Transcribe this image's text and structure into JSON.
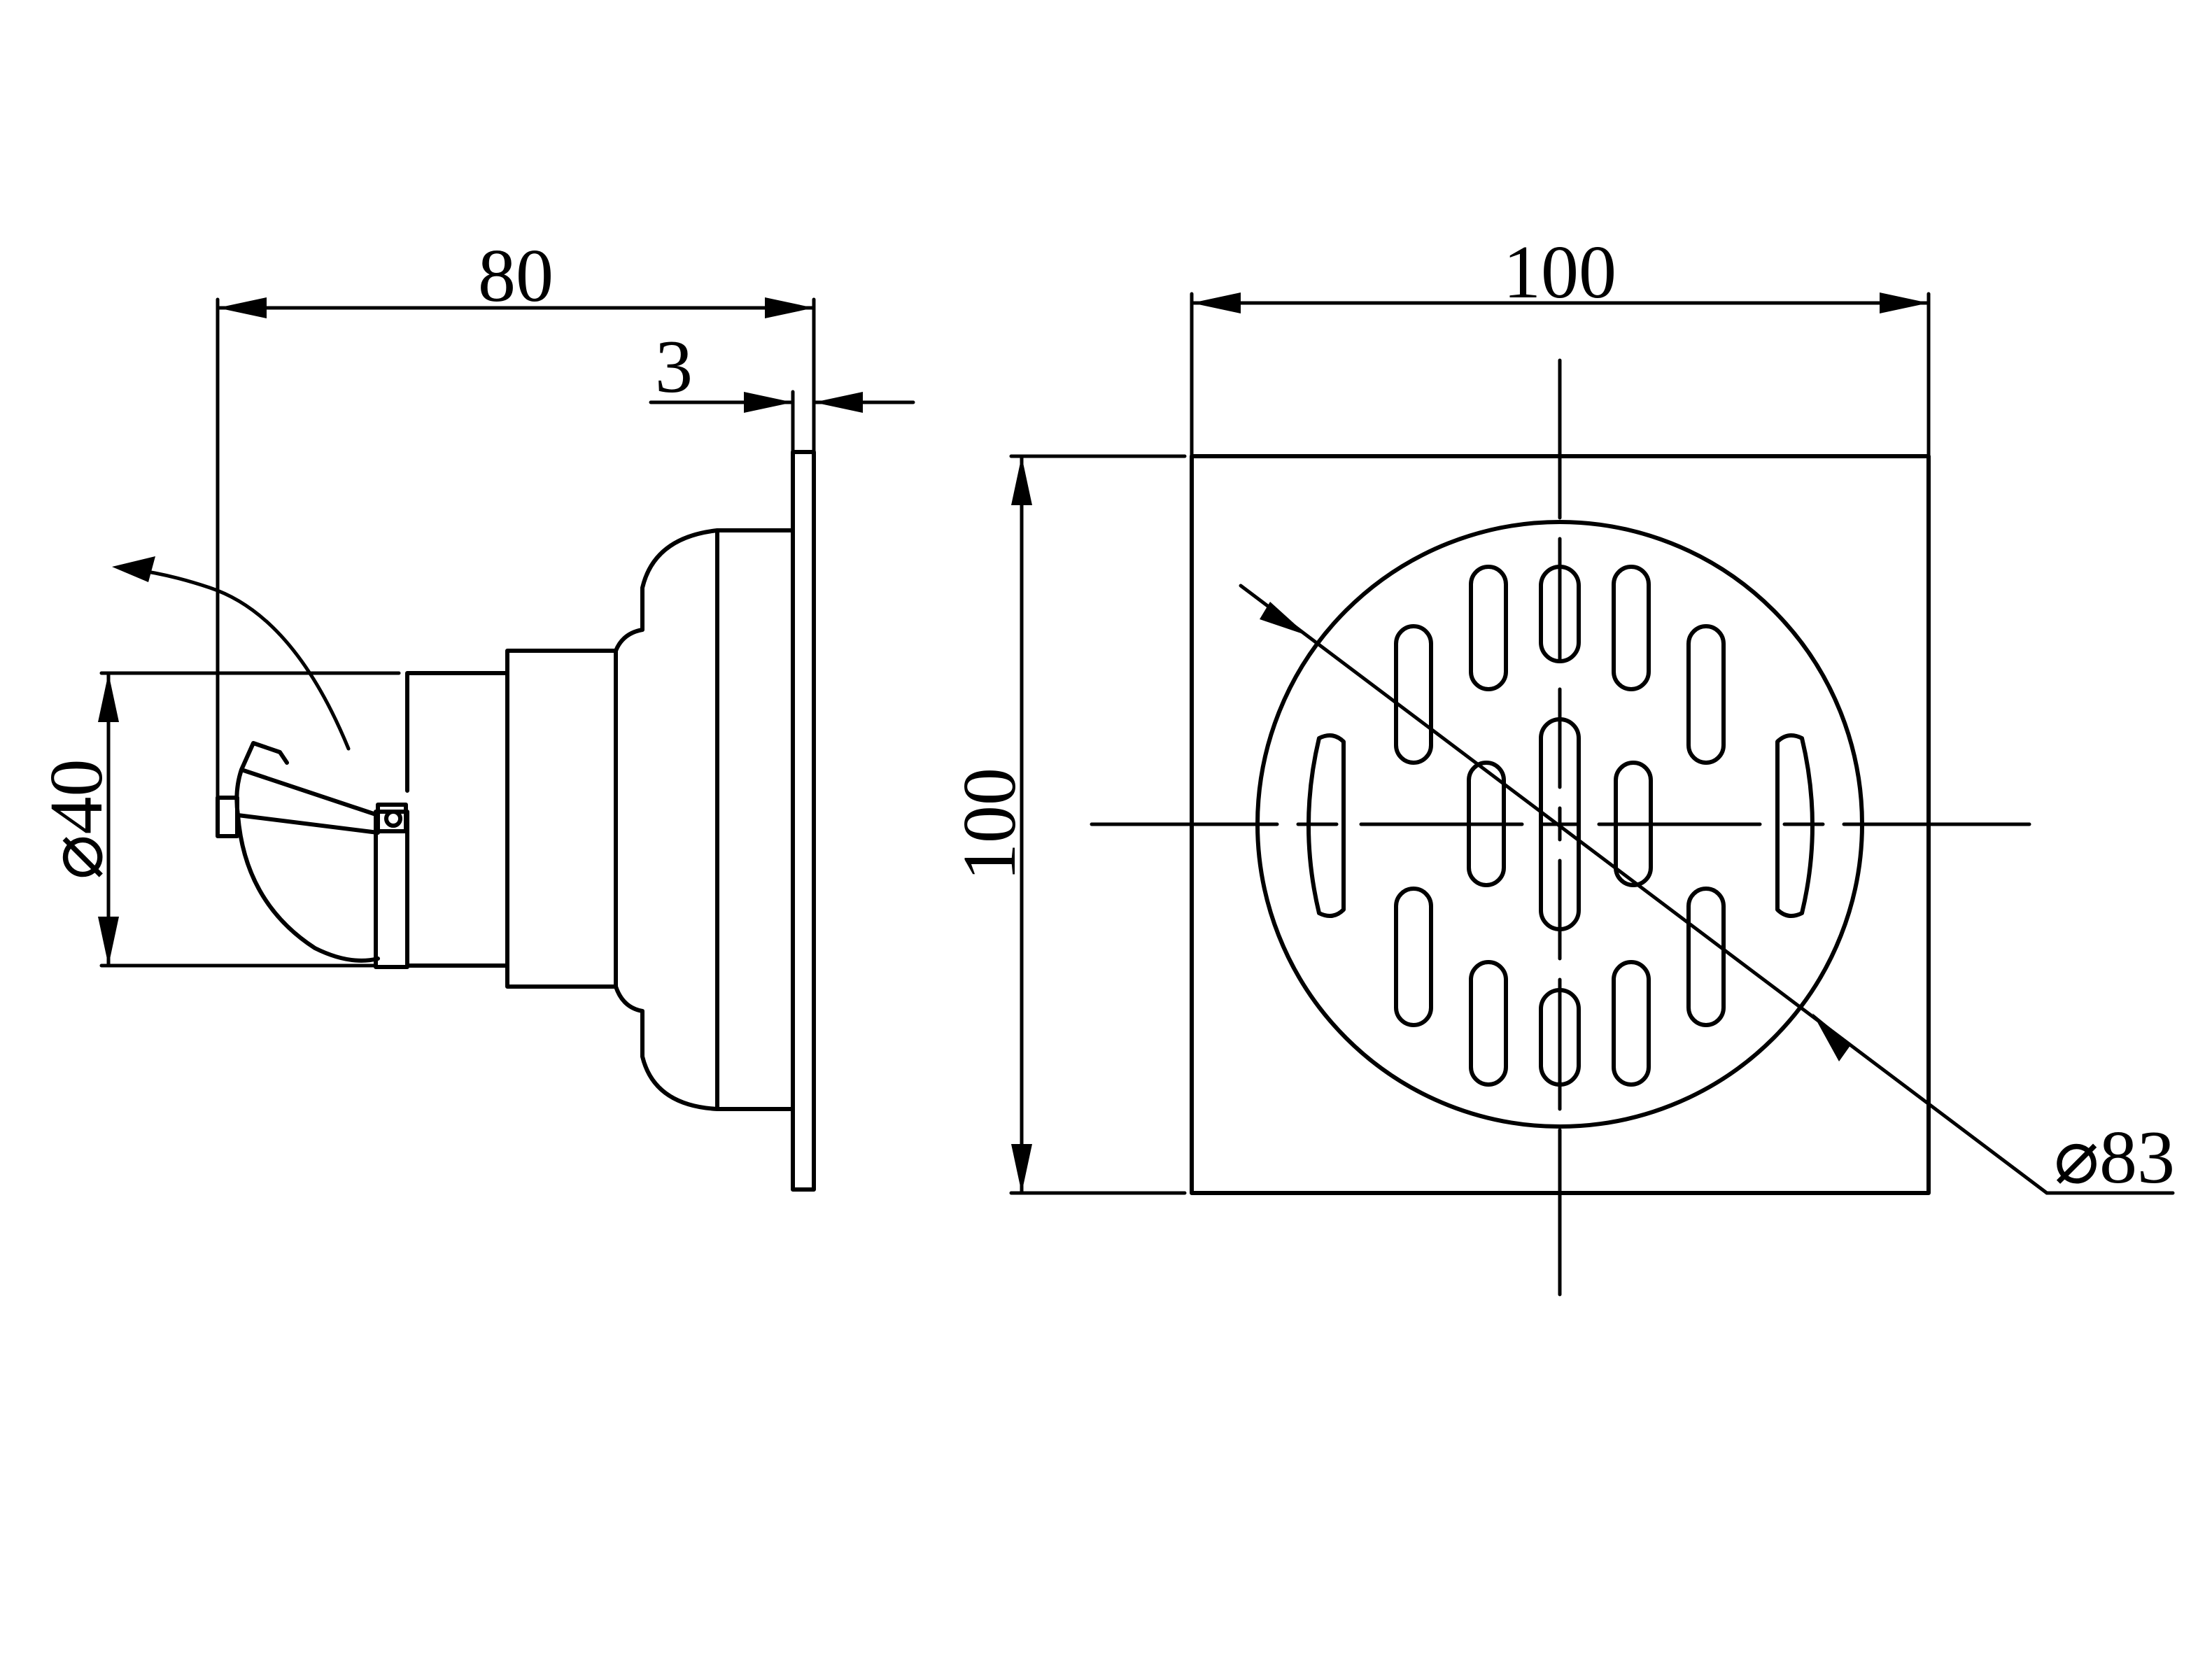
{
  "dimensions": {
    "side_length": "80",
    "flange_thickness": "3",
    "outlet_diameter": "⌀40",
    "plate_width": "100",
    "plate_height": "100",
    "grate_diameter": "⌀83"
  },
  "colors": {
    "line": "#000000",
    "background": "#ffffff"
  }
}
